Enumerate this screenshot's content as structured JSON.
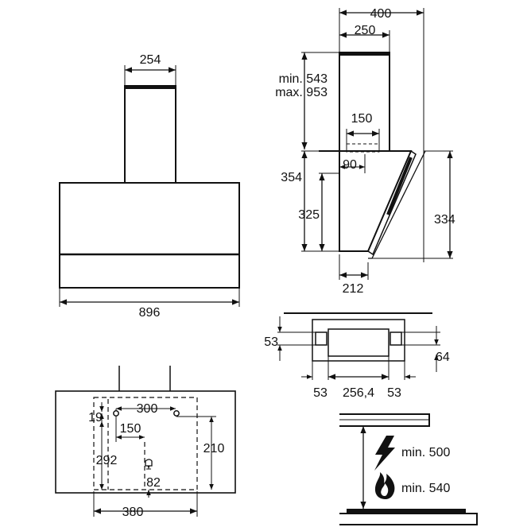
{
  "colors": {
    "stroke": "#111111",
    "fill": "#111111",
    "background": "#ffffff"
  },
  "front_view": {
    "chimney_width": "254",
    "hood_width": "896"
  },
  "side_view": {
    "total_depth": "400",
    "chimney_depth": "250",
    "chimney_height_min": "min. 543",
    "chimney_height_max": "max. 953",
    "outlet_width": "150",
    "outlet_offset": "90",
    "hood_height": "354",
    "inner_height": "325",
    "front_height": "334",
    "bottom_depth": "212"
  },
  "top_view": {
    "left_depth": "53",
    "right_depth": "64",
    "left_margin": "53",
    "middle_width": "256,4",
    "right_margin": "53"
  },
  "mounting_view": {
    "hole_offset": "19",
    "hole_spacing": "300",
    "center_offset": "150",
    "left_height": "292",
    "right_height": "210",
    "bottom_offset": "82",
    "bracket_width": "380"
  },
  "clearance_view": {
    "electric_min": "min. 500",
    "gas_min": "min. 540",
    "electric_icon": "lightning-icon",
    "gas_icon": "flame-icon"
  }
}
